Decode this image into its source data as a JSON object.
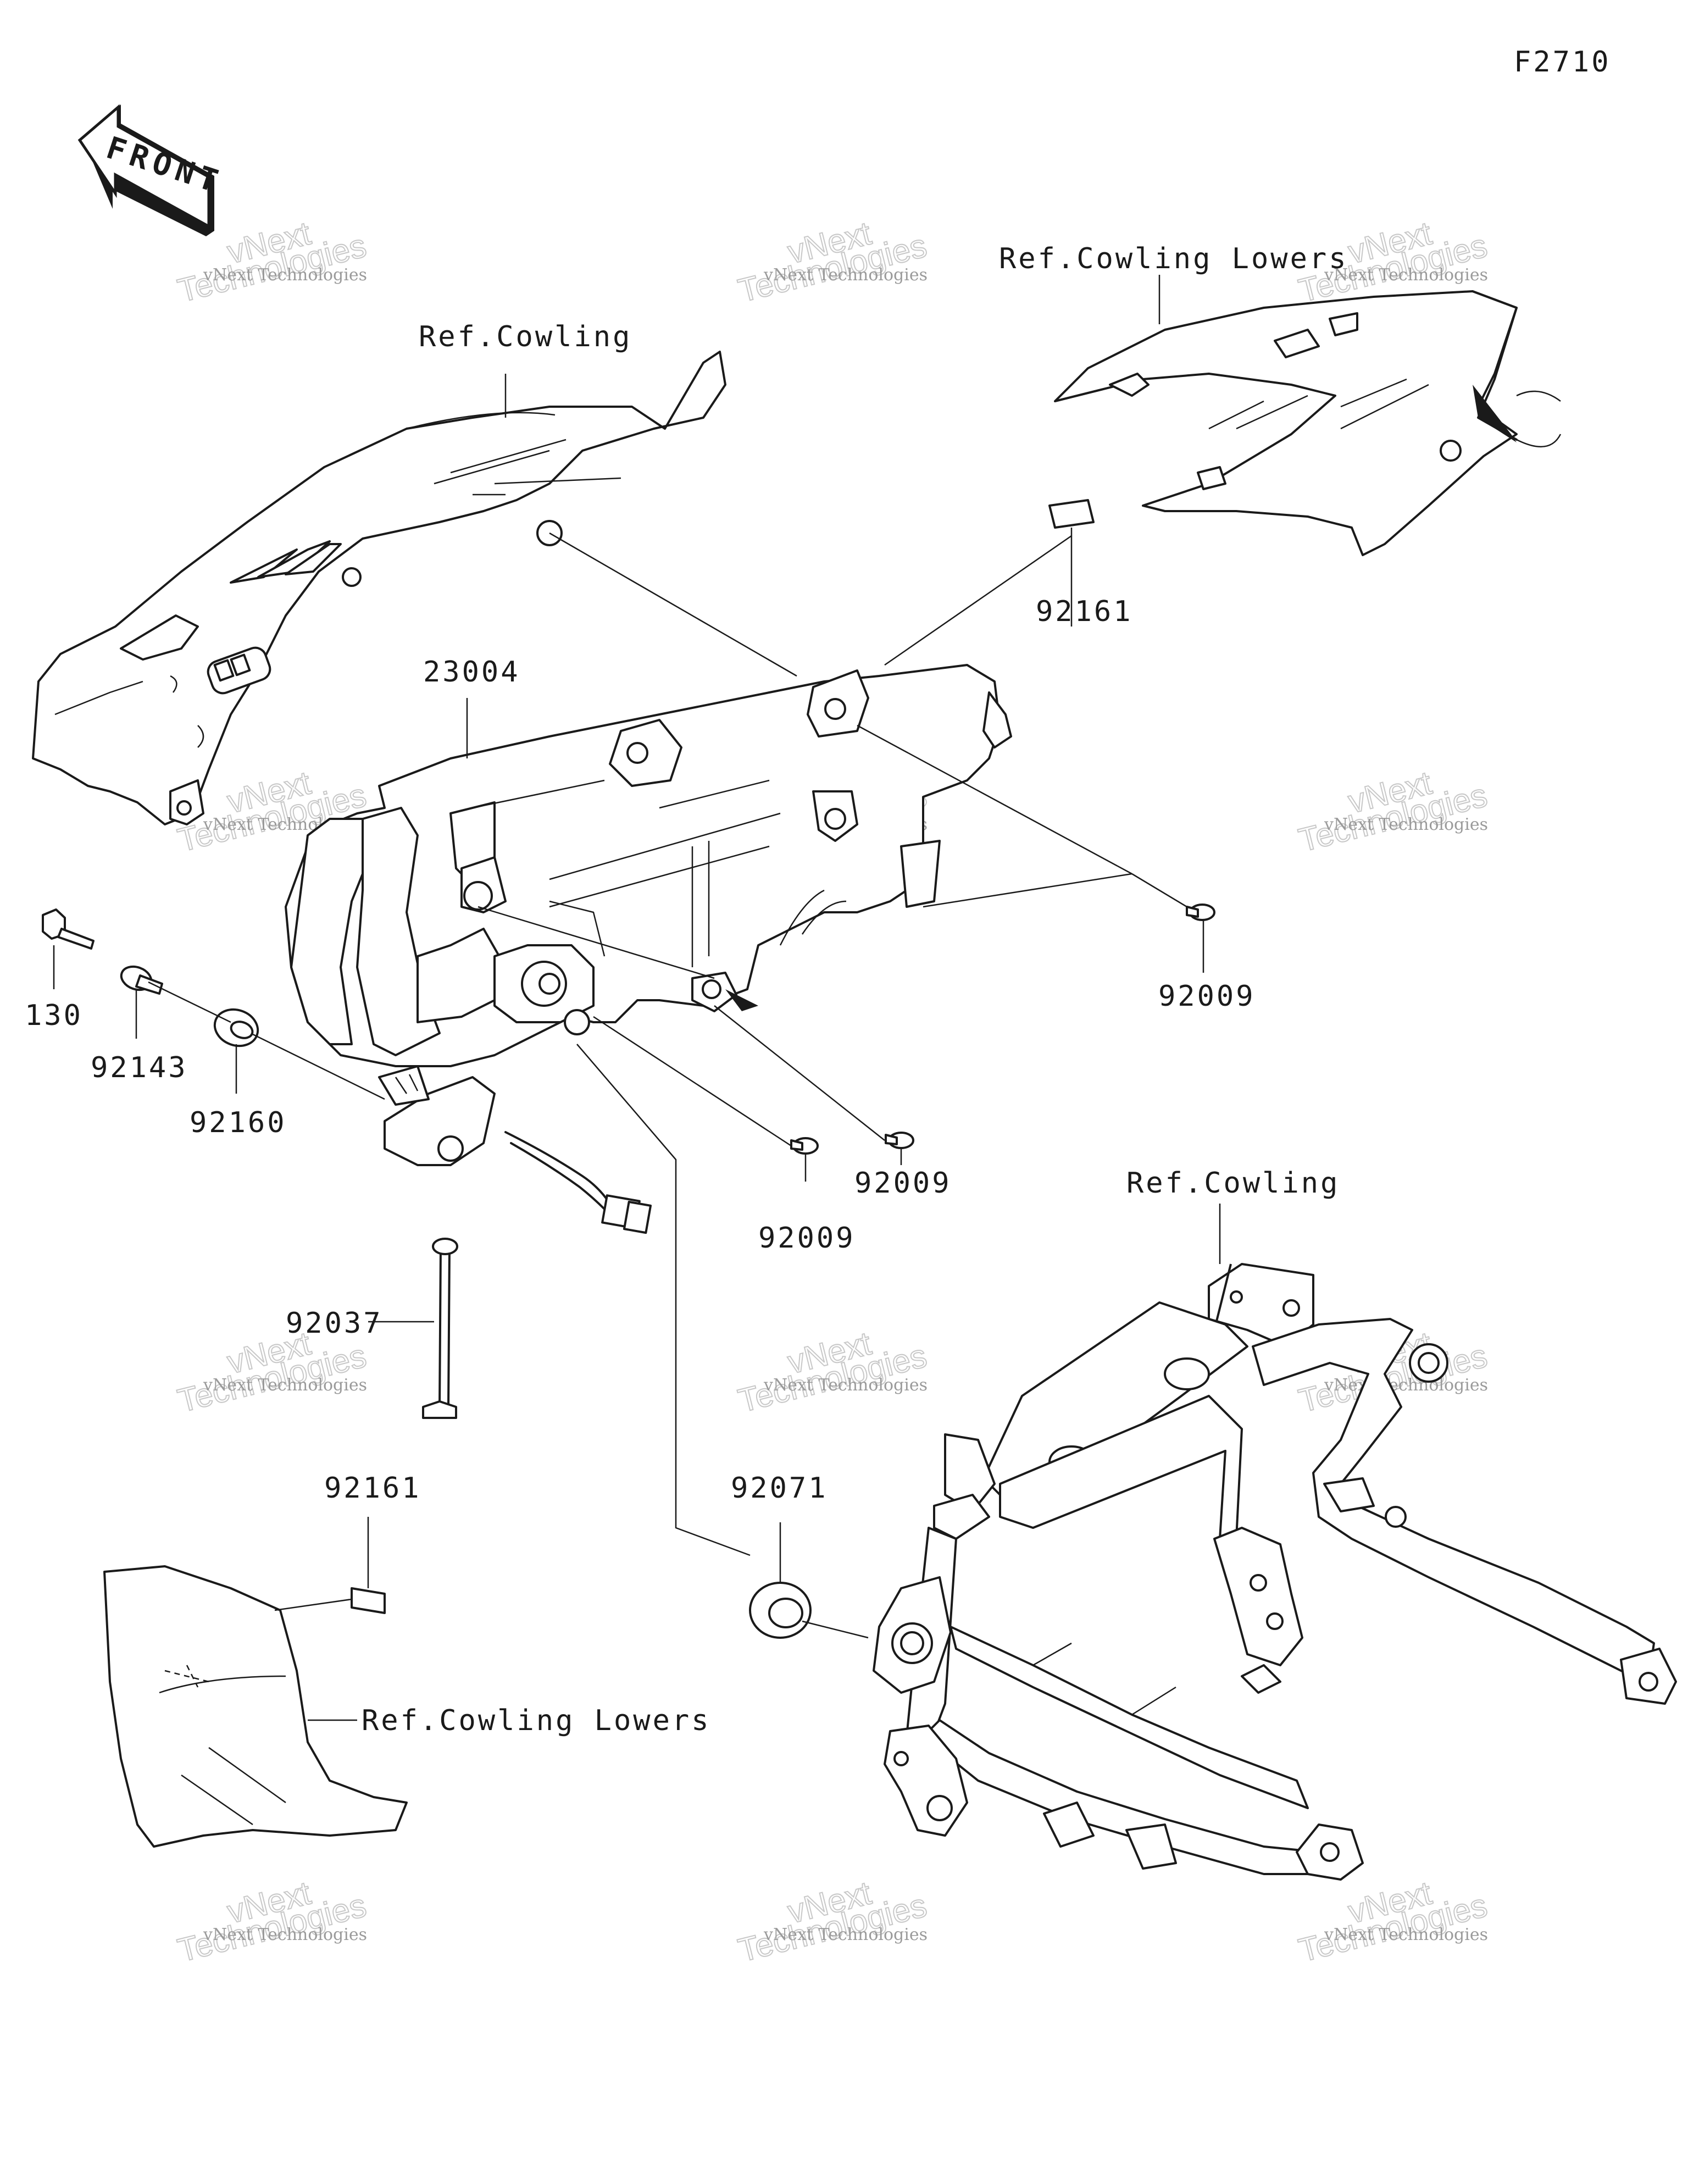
{
  "diagram_code": "F2710",
  "front_arrow": {
    "text": "FRONT",
    "icon": "front-arrow-icon"
  },
  "refs": {
    "cowling_top": "Ref.Cowling",
    "cowling_lowers_top": "Ref.Cowling Lowers",
    "cowling_frame": "Ref.Cowling",
    "cowling_lowers_bottom": "Ref.Cowling Lowers"
  },
  "parts": {
    "headlight": "23004",
    "grommet_upper": "92161",
    "grommet_lower": "92161",
    "screw_right": "92009",
    "screw_mid": "92009",
    "screw_low": "92009",
    "bolt": "130",
    "collar": "92143",
    "damper": "92160",
    "band": "92037",
    "grommet_frame": "92071"
  },
  "watermark": {
    "line1": "vNext Technologies",
    "line2": "Technologies",
    "brand": "vNext"
  }
}
